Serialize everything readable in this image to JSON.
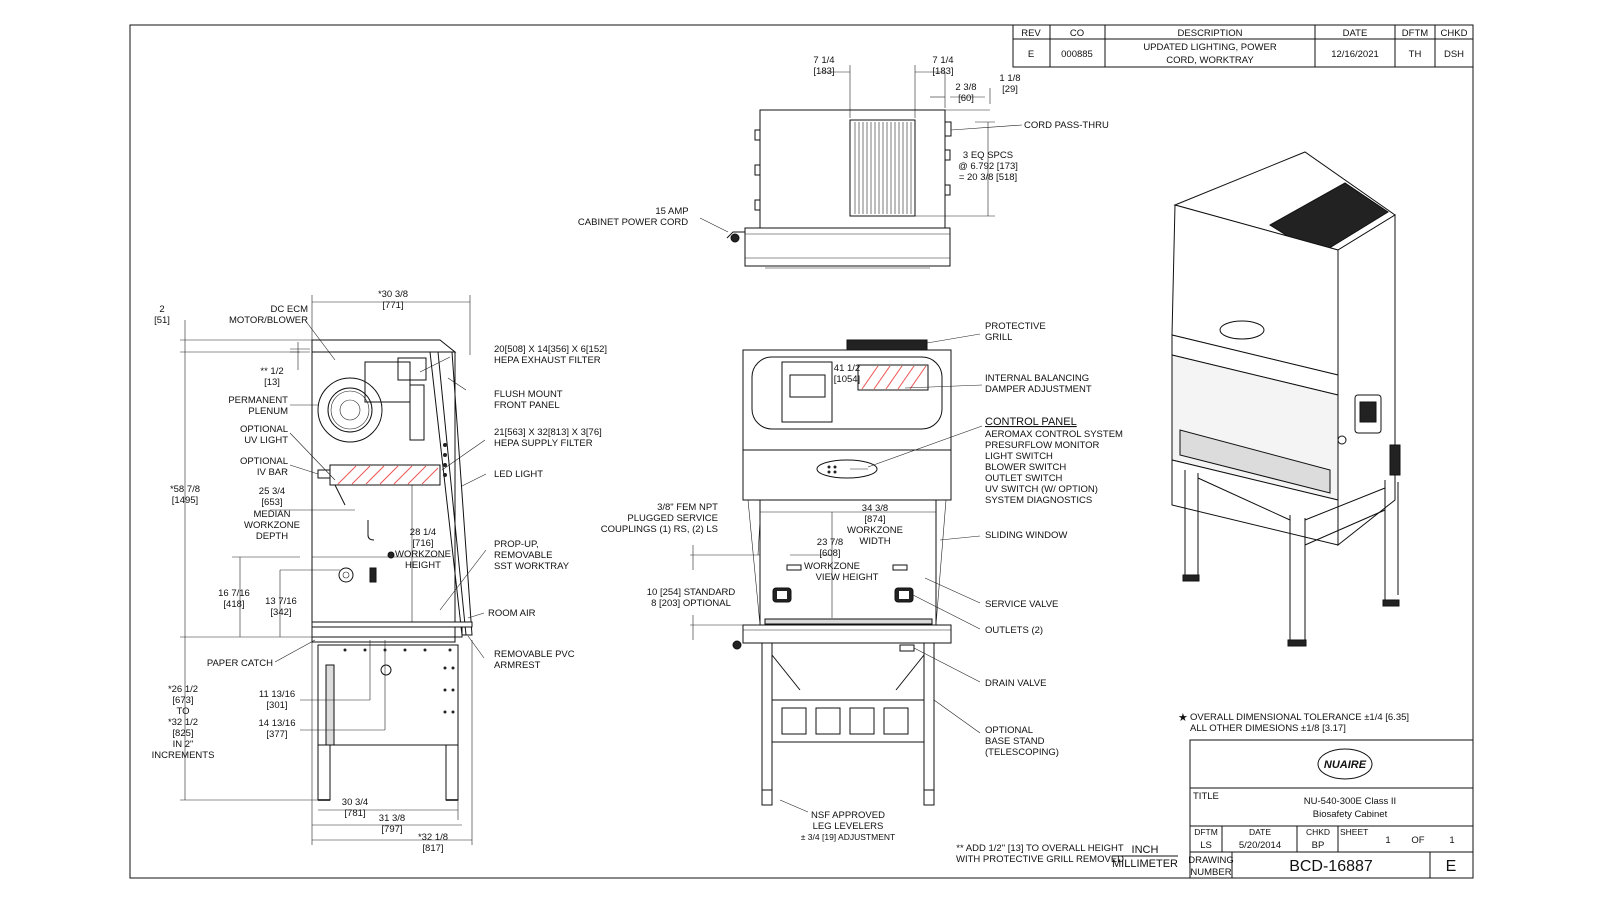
{
  "revision_table": {
    "headers": {
      "rev": "REV",
      "co": "CO",
      "description": "DESCRIPTION",
      "date": "DATE",
      "dftm": "DFTM",
      "chkd": "CHKD"
    },
    "row": {
      "rev": "E",
      "co": "000885",
      "description_line1": "UPDATED LIGHTING, POWER",
      "description_line2": "CORD, WORKTRAY",
      "date": "12/16/2021",
      "dftm": "TH",
      "chkd": "DSH"
    }
  },
  "top_view": {
    "dim_left": "7 1/4",
    "dim_left_mm": "[183]",
    "dim_right": "7 1/4",
    "dim_right_mm": "[183]",
    "dim_a": "2 3/8",
    "dim_a_mm": "[60]",
    "dim_b": "1 1/8",
    "dim_b_mm": "[29]",
    "cord_pass": "CORD PASS-THRU",
    "spcs_1": "3 EQ SPCS",
    "spcs_2": "@ 6.792 [173]",
    "spcs_3": "= 20 3/8 [518]",
    "power_1": "15 AMP",
    "power_2": "CABINET POWER CORD"
  },
  "side_view": {
    "width_top": "*30 3/8",
    "width_top_mm": "[771]",
    "dim_2": "2",
    "dim_2_mm": "[51]",
    "motor_1": "DC ECM",
    "motor_2": "MOTOR/BLOWER",
    "half_1": "** 1/2",
    "half_2": "[13]",
    "plenum_1": "PERMANENT",
    "plenum_2": "PLENUM",
    "uv_1": "OPTIONAL",
    "uv_2": "UV LIGHT",
    "iv_1": "OPTIONAL",
    "iv_2": "IV BAR",
    "height_1": "*58 7/8",
    "height_2": "[1495]",
    "depth_1": "25 3/4",
    "depth_2": "[653]",
    "depth_3": "MEDIAN",
    "depth_4": "WORKZONE",
    "depth_5": "DEPTH",
    "wz_h_1": "28 1/4",
    "wz_h_2": "[716]",
    "wz_h_3": "WORKZONE",
    "wz_h_4": "HEIGHT",
    "d16_1": "16 7/16",
    "d16_2": "[418]",
    "d13_1": "13 7/16",
    "d13_2": "[342]",
    "exhaust_1": "20[508] X 14[356] X 6[152]",
    "exhaust_2": "HEPA EXHAUST FILTER",
    "flush_1": "FLUSH MOUNT",
    "flush_2": "FRONT PANEL",
    "supply_1": "21[563] X 32[813] X 3[76]",
    "supply_2": "HEPA SUPPLY FILTER",
    "led": "LED LIGHT",
    "tray_1": "PROP-UP,",
    "tray_2": "REMOVABLE",
    "tray_3": "SST WORKTRAY",
    "room_air": "ROOM AIR",
    "paper": "PAPER CATCH",
    "armrest_1": "REMOVABLE PVC",
    "armrest_2": "ARMREST",
    "base_1": "*26 1/2",
    "base_2": "[673]",
    "base_3": "TO",
    "base_4": "*32 1/2",
    "base_5": "[825]",
    "base_6": "IN 2\"",
    "base_7": "INCREMENTS",
    "d11_1": "11 13/16",
    "d11_2": "[301]",
    "d14_1": "14 13/16",
    "d14_2": "[377]",
    "b30_1": "30 3/4",
    "b30_2": "[781]",
    "b31_1": "31 3/8",
    "b31_2": "[797]",
    "b32_1": "*32 1/8",
    "b32_2": "[817]"
  },
  "front_view": {
    "grill_1": "PROTECTIVE",
    "grill_2": "GRILL",
    "h42_1": "41 1/2",
    "h42_2": "[1054]",
    "damper_1": "INTERNAL BALANCING",
    "damper_2": "DAMPER ADJUSTMENT",
    "control_title": "CONTROL PANEL",
    "control_items": [
      "AEROMAX CONTROL SYSTEM",
      "PRESURFLOW MONITOR",
      "LIGHT SWITCH",
      "BLOWER SWITCH",
      "OUTLET SWITCH",
      "UV SWITCH (W/ OPTION)",
      "SYSTEM DIAGNOSTICS"
    ],
    "npt_1": "3/8\" FEM NPT",
    "npt_2": "PLUGGED SERVICE",
    "npt_3": "COUPLINGS (1) RS, (2) LS",
    "wzw_1": "34 3/8",
    "wzw_2": "[874]",
    "wzw_3": "WORKZONE",
    "wzw_4": "WIDTH",
    "vh_1": "23 7/8",
    "vh_2": "[608]",
    "vh_3": "WORKZONE",
    "vh_4": "VIEW HEIGHT",
    "sliding": "SLIDING WINDOW",
    "opening_1": "10 [254] STANDARD",
    "opening_2": "8 [203] OPTIONAL",
    "service_valve": "SERVICE VALVE",
    "outlets": "OUTLETS (2)",
    "drain": "DRAIN VALVE",
    "stand_1": "OPTIONAL",
    "stand_2": "BASE STAND",
    "stand_3": "(TELESCOPING)",
    "nsf_1": "NSF APPROVED",
    "nsf_2": "LEG LEVELERS",
    "nsf_3": "± 3/4 [19] ADJUSTMENT"
  },
  "notes": {
    "star": "★",
    "tol_1": "OVERALL DIMENSIONAL TOLERANCE ±1/4 [6.35]",
    "tol_2": "ALL OTHER DIMESIONS ±1/8 [3.17]",
    "grill_note_1": "** ADD 1/2\" [13] TO OVERALL HEIGHT",
    "grill_note_2": "WITH PROTECTIVE GRILL REMOVED",
    "unit_inch": "INCH",
    "unit_mm": "MILLIMETER"
  },
  "title_block": {
    "logo": "NUAIRE",
    "title_label": "TITLE",
    "title_1": "NU-540-300E Class II",
    "title_2": "Biosafety Cabinet",
    "dftm_label": "DFTM",
    "dftm": "LS",
    "date_label": "DATE",
    "date": "5/20/2014",
    "chkd_label": "CHKD",
    "chkd": "BP",
    "sheet_label": "SHEET",
    "sheet": "1",
    "of": "OF",
    "total": "1",
    "drawing_1": "DRAWING",
    "drawing_2": "NUMBER",
    "number": "BCD-16887",
    "rev": "E"
  }
}
